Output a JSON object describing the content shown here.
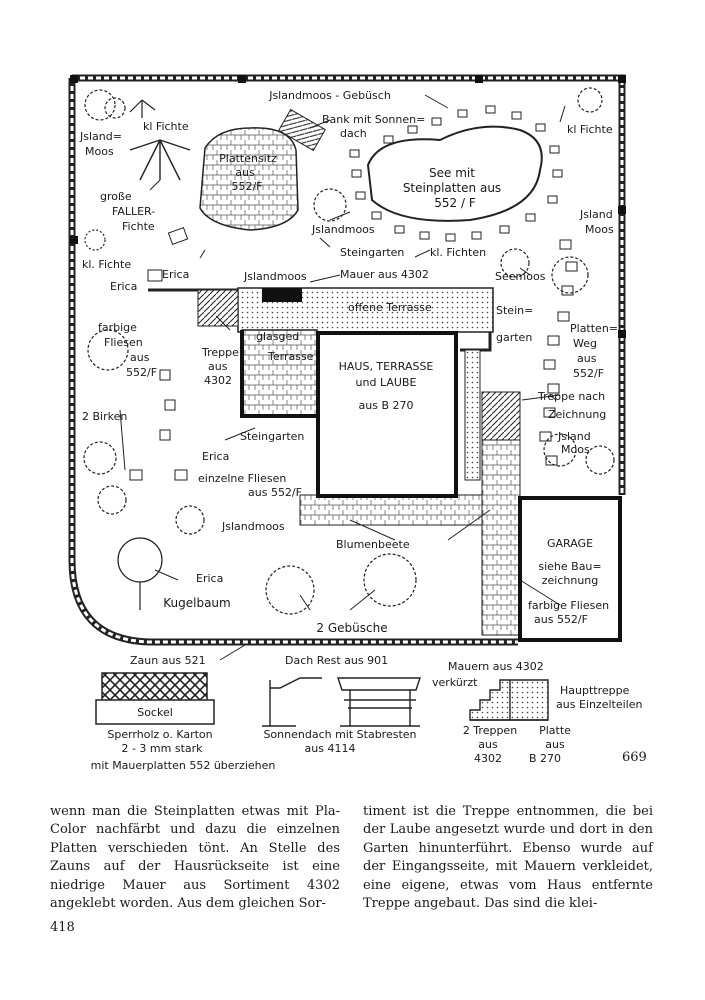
{
  "plan": {
    "labels": {
      "jslandmoos_gebuesch": "Jslandmoos - Gebüsch",
      "kl_fichte": "kl Fichte",
      "kl_fichte_right": "kl Fichte",
      "jsland_moos_1": "Jsland=",
      "jsland_moos_2": "Moos",
      "bank_1": "Bank mit Sonnen=",
      "bank_2": "dach",
      "plattensitz_1": "Plattensitz",
      "plattensitz_2": "aus",
      "plattensitz_3": "552/F",
      "see_1": "See mit",
      "see_2": "Steinplatten aus",
      "see_3": "552 / F",
      "grosse_1": "große",
      "grosse_2": "FALLER-",
      "grosse_3": "Fichte",
      "jslandmoos_top": "Jslandmoos",
      "jsland_moos_r1": "Jsland",
      "jsland_moos_r2": "Moos",
      "steingarten_top": "Steingarten",
      "kl_fichten": "kl. Fichten",
      "kl_fichte_left": "kl. Fichte",
      "erica_top": "Erica",
      "jslandmoos_mid": "Jslandmoos",
      "mauer_4302": "Mauer aus 4302",
      "seemoos": "Seemoos",
      "erica_left": "Erica",
      "offene_terrasse": "offene Terrasse",
      "stein_1": "Stein=",
      "stein_2": "garten",
      "farbige_1": "farbige",
      "farbige_2": "Fliesen",
      "farbige_3": "aus",
      "farbige_4": "552/F",
      "treppe_1": "Treppe",
      "treppe_2": "aus",
      "treppe_3": "4302",
      "glasged": "glasged",
      "terrasse": "Terrasse",
      "haus_1": "HAUS, TERRASSE",
      "haus_2": "und LAUBE",
      "haus_3": "aus B 270",
      "platten_1": "Platten=",
      "platten_2": "Weg",
      "platten_3": "aus",
      "platten_4": "552/F",
      "treppe_nach_1": "Treppe nach",
      "treppe_nach_2": "Zeichnung",
      "birken": "2 Birken",
      "steingarten_mid": "Steingarten",
      "jsland_moos_r3": "Jsland",
      "jsland_moos_r4": "Moos",
      "erica_mid": "Erica",
      "einzelne_1": "einzelne Fliesen",
      "einzelne_2": "aus 552/F",
      "jslandmoos_low": "Jslandmoos",
      "blumenbeete": "Blumenbeete",
      "garage_1": "GARAGE",
      "garage_2": "siehe Bau=",
      "garage_3": "zeichnung",
      "erica_low": "Erica",
      "kugelbaum": "Kugelbaum",
      "gebuesche": "2 Gebüsche",
      "farbige_fl_1": "farbige Fliesen",
      "farbige_fl_2": "aus 552/F",
      "zaun": "Zaun aus 521",
      "sockel": "Sockel",
      "sperrholz_1": "Sperrholz o. Karton",
      "sperrholz_2": "2 - 3 mm stark",
      "sperrholz_3": "mit Mauerplatten 552 überziehen",
      "dach_rest": "Dach Rest aus 901",
      "sonnendach_1": "Sonnendach  mit Stabresten",
      "sonnendach_2": "aus 4114",
      "mauern": "Mauern aus  4302",
      "verkurzt": "verkürzt",
      "haupttreppe_1": "Haupttreppe",
      "haupttreppe_2": "aus Einzelteilen",
      "zwei_treppen_1": "2 Treppen",
      "zwei_treppen_2": "aus",
      "zwei_treppen_3": "4302",
      "platte_1": "Platte",
      "platte_2": "aus",
      "platte_3": "B 270",
      "fig_no": "669"
    }
  },
  "text": {
    "col_left": "wenn man die Steinplatten etwas mit Pla-Color nachfärbt und dazu die einzelnen Platten verschieden tönt. An Stelle des Zauns auf der Hausrückseite ist eine niedrige Mauer aus Sortiment 4302 angeklebt worden. Aus dem gleichen Sor-",
    "col_right": "timent ist die Treppe entnommen, die bei der Laube angesetzt wurde und dort in den Garten hinunterführt. Ebenso wurde auf der Eingangsseite, mit Mauern verkleidet, eine eigene, etwas vom Haus entfernte Treppe angebaut. Das sind die klei-"
  },
  "page_number": "418"
}
